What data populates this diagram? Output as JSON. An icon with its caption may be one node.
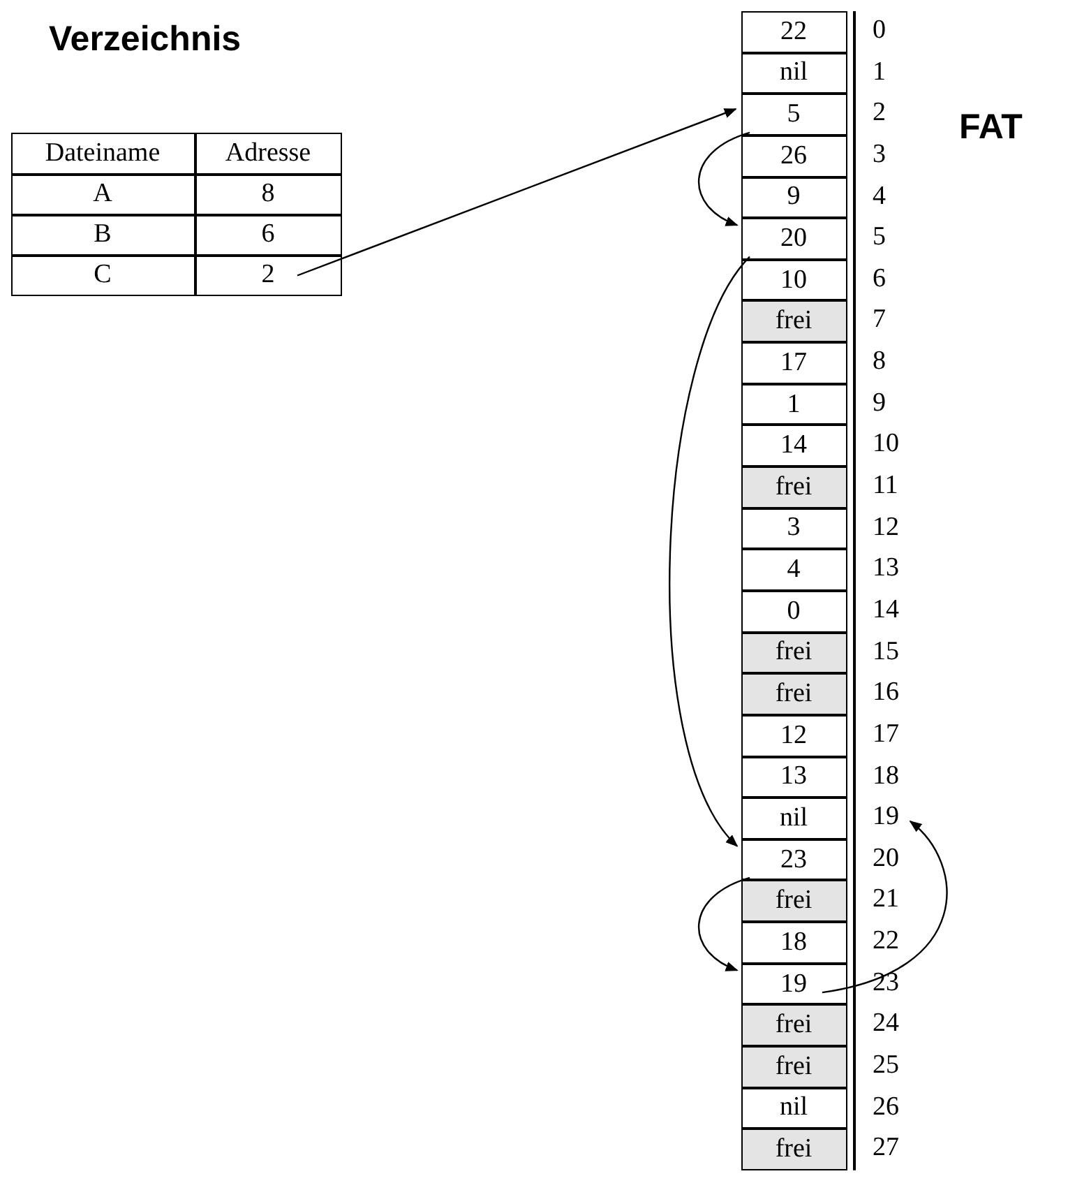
{
  "diagram": {
    "nodes": [
      {
        "text": [
          "Dateiname"
        ]
      },
      {
        "text": [
          "Adresse"
        ]
      },
      {
        "text": [
          "A"
        ]
      },
      {
        "text": [
          "8"
        ]
      },
      {
        "text": [
          "B"
        ]
      },
      {
        "text": [
          "6"
        ]
      },
      {
        "text": [
          "C"
        ]
      },
      {
        "text": [
          "2"
        ]
      },
      {
        "text": [
          "22"
        ],
        "beside": [
          "0"
        ]
      },
      {
        "text": [
          "nil"
        ],
        "beside": [
          "1"
        ]
      },
      {
        "text": [
          "5"
        ],
        "beside": [
          "2"
        ]
      },
      {
        "text": [
          "26"
        ],
        "beside": [
          "3"
        ]
      },
      {
        "text": [
          "9"
        ],
        "beside": [
          "4"
        ]
      },
      {
        "text": [
          "20"
        ],
        "beside": [
          "5"
        ]
      },
      {
        "text": [
          "10"
        ],
        "beside": [
          "6"
        ]
      },
      {
        "text": [
          "frei"
        ],
        "beside": [
          "7"
        ]
      },
      {
        "text": [
          "17"
        ],
        "beside": [
          "8"
        ]
      },
      {
        "text": [
          "1"
        ],
        "beside": [
          "9"
        ]
      },
      {
        "text": [
          "14"
        ],
        "beside": [
          "10"
        ]
      },
      {
        "text": [
          "frei"
        ],
        "beside": [
          "11"
        ]
      },
      {
        "text": [
          "3"
        ],
        "beside": [
          "12"
        ]
      },
      {
        "text": [
          "4"
        ],
        "beside": [
          "13"
        ]
      },
      {
        "text": [
          "0"
        ],
        "beside": [
          "14"
        ]
      },
      {
        "text": [
          "frei"
        ],
        "beside": [
          "15"
        ]
      },
      {
        "text": [
          "frei"
        ],
        "beside": [
          "16"
        ]
      },
      {
        "text": [
          "12"
        ],
        "beside": [
          "17"
        ]
      },
      {
        "text": [
          "13"
        ],
        "beside": [
          "18"
        ]
      },
      {
        "text": [
          "nil"
        ],
        "beside": [
          "19"
        ]
      },
      {
        "text": [
          "23"
        ],
        "beside": [
          "20"
        ]
      },
      {
        "text": [
          "frei"
        ],
        "beside": [
          "21"
        ]
      },
      {
        "text": [
          "18"
        ],
        "beside": [
          "22"
        ]
      },
      {
        "text": [
          "19"
        ],
        "beside": [
          "23"
        ]
      },
      {
        "text": [
          "frei"
        ],
        "beside": [
          "24"
        ]
      },
      {
        "text": [
          "frei"
        ],
        "beside": [
          "25"
        ]
      },
      {
        "text": [
          "nil"
        ],
        "beside": [
          "26"
        ]
      },
      {
        "text": [
          "frei"
        ],
        "beside": [
          "27"
        ]
      }
    ],
    "edges": [
      {
        "from": 7,
        "to": 10,
        "arrow": "to"
      },
      {
        "from": 10,
        "to": 13,
        "arrow": "to"
      },
      {
        "from": 13,
        "to": 28,
        "arrow": "to"
      },
      {
        "from": 28,
        "to": 31,
        "arrow": "to"
      },
      {
        "from": 31,
        "to": 27,
        "arrow": "to"
      }
    ],
    "labels": [
      "Verzeichnis",
      "FAT"
    ]
  }
}
